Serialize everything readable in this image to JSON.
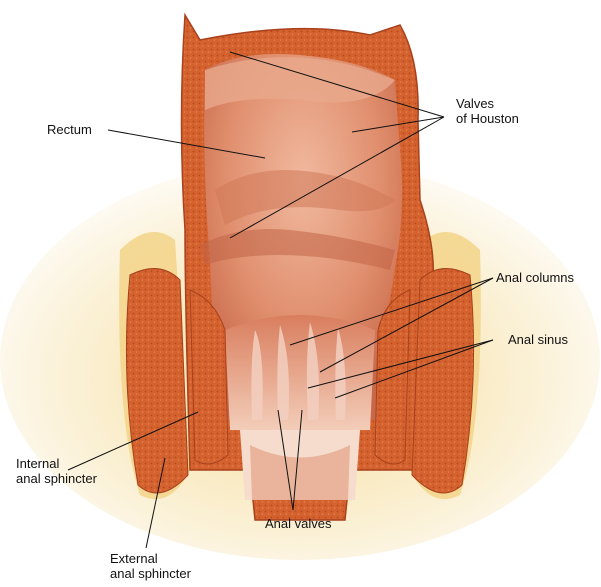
{
  "labels": {
    "rectum": "Rectum",
    "valves_houston_1": "Valves",
    "valves_houston_2": "of Houston",
    "anal_columns": "Anal columns",
    "anal_sinus": "Anal sinus",
    "internal_sphincter_1": "Internal",
    "internal_sphincter_2": "anal sphincter",
    "external_sphincter_1": "External",
    "external_sphincter_2": "anal sphincter",
    "anal_valves": "Anal valves"
  },
  "colors": {
    "fat": "#f3d58a",
    "muscle_outer": "#c85a2a",
    "muscle_inner": "#d9643a",
    "lumen_wall": "#e8956e",
    "mucosa": "#d9826a",
    "mucosa_light": "#f2c3b0",
    "leader_line": "#111111"
  }
}
